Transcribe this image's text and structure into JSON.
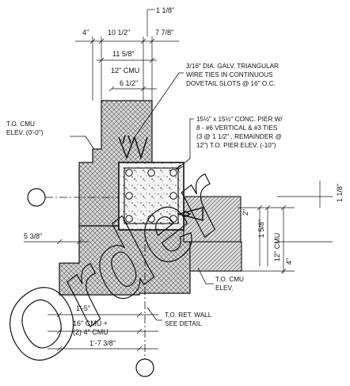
{
  "dimensions": {
    "top_1_1_8": "1 1/8\"",
    "top_4": "4\"",
    "top_10_1_2": "10 1/2\"",
    "top_7_7_8": "7 7/8\"",
    "top_11_5_8": "11 5/8\"",
    "top_12_cmu": "12\" CMU",
    "top_6_1_2": "6 1/2\"",
    "left_5_3_8": "5 3/8\"",
    "right_1_1_8": "1 1/8\"",
    "right_2": "2\"",
    "right_1_5_8": "1 5/8\"",
    "right_12_cmu": "12\" CMU",
    "right_4": "4\"",
    "bottom_1_5": "1'-5\"",
    "bottom_cmu_line1": "16\" CMU +",
    "bottom_cmu_line2": "(2) 4\" CMU",
    "bottom_1_7_3_8": "1'-7 3/8\""
  },
  "notes": {
    "wire_ties": [
      "3/16\" DIA. GALV. TRIANGULAR",
      "WIRE TIES IN CONTINUOUS",
      "DOVETAIL SLOTS @ 16\" O.C."
    ],
    "pier": [
      "15½\" x 15½\" CONC. PIER W/",
      "8 - #6 VERTICAL & #3 TIES",
      "(3 @ 1 1/2\" , REMAINDER @",
      "12\") T.O. PIER ELEV. (-10\")"
    ],
    "to_cmu_left": [
      "T.O. CMU",
      "ELEV. (0'-0\")"
    ],
    "to_cmu_right": [
      "T.O. CMU",
      "ELEV."
    ],
    "to_ret": [
      "T.O. RET. WALL",
      "SEE DETAIL"
    ]
  },
  "watermark": "Order"
}
